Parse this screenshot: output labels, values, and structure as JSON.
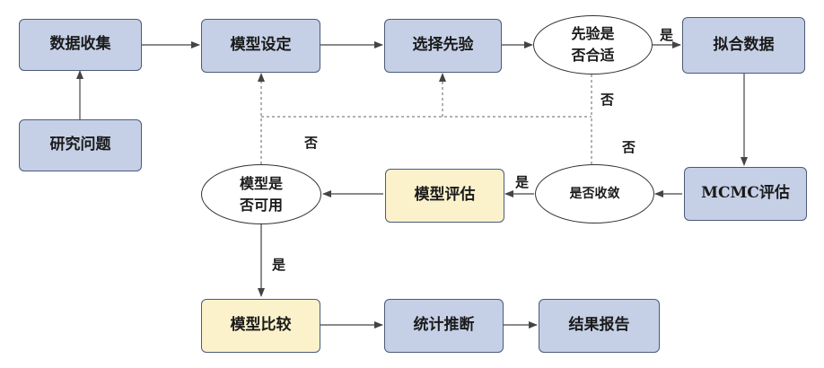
{
  "nodes": {
    "data_collection": "数据收集",
    "research_question": "研究问题",
    "model_setting": "模型设定",
    "choose_prior": "选择先验",
    "prior_suitable": "先验是否合适",
    "fit_data": "拟合数据",
    "mcmc_eval": "MCMC评估",
    "converged": "是否收敛",
    "model_eval": "模型评估",
    "model_usable": "模型是否可用",
    "model_compare": "模型比较",
    "stat_inference": "统计推断",
    "report": "结果报告"
  },
  "node_lines": {
    "prior_suitable": [
      "先验是",
      "否合适"
    ],
    "model_usable": [
      "模型是",
      "否可用"
    ]
  },
  "edge_labels": {
    "prior_yes": "是",
    "prior_no": "否",
    "converged_yes": "是",
    "converged_no": "否",
    "usable_no": "否",
    "usable_yes": "是"
  },
  "colors": {
    "primary_fill": "#c5d0e6",
    "highlight_fill": "#fbf2cc",
    "box_border": "#4a5a78",
    "arrow": "#444444"
  }
}
